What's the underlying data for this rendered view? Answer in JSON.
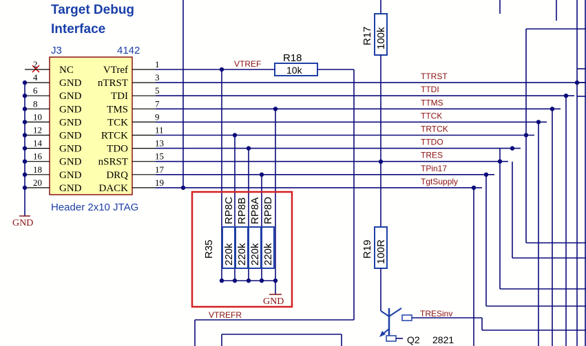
{
  "title_line1": "Target Debug",
  "title_line2": "Interface",
  "connector": {
    "ref": "J3",
    "part": "4142",
    "footer": "Header 2x10 JTAG",
    "left_pins": [
      {
        "num": "2",
        "name": "NC"
      },
      {
        "num": "4",
        "name": "GND"
      },
      {
        "num": "6",
        "name": "GND"
      },
      {
        "num": "8",
        "name": "GND"
      },
      {
        "num": "10",
        "name": "GND"
      },
      {
        "num": "12",
        "name": "GND"
      },
      {
        "num": "14",
        "name": "GND"
      },
      {
        "num": "16",
        "name": "GND"
      },
      {
        "num": "18",
        "name": "GND"
      },
      {
        "num": "20",
        "name": "GND"
      }
    ],
    "right_pins": [
      {
        "num": "1",
        "name": "VTref"
      },
      {
        "num": "3",
        "name": "nTRST"
      },
      {
        "num": "5",
        "name": "TDI"
      },
      {
        "num": "7",
        "name": "TMS"
      },
      {
        "num": "9",
        "name": "TCK"
      },
      {
        "num": "11",
        "name": "RTCK"
      },
      {
        "num": "13",
        "name": "TDO"
      },
      {
        "num": "15",
        "name": "nSRST"
      },
      {
        "num": "17",
        "name": "DRQ"
      },
      {
        "num": "19",
        "name": "DACK"
      }
    ]
  },
  "nets": {
    "vtref": "VTREF",
    "vtrefr": "VTREFR",
    "signals": [
      "TTRST",
      "TTDI",
      "TTMS",
      "TTCK",
      "TRTCK",
      "TTDO",
      "TRES",
      "TPin17",
      "TgtSupply"
    ],
    "tresinv": "TRESinv"
  },
  "resistors": {
    "r18": {
      "ref": "R18",
      "value": "10k"
    },
    "r17": {
      "ref": "R17",
      "value": "100k"
    },
    "r19": {
      "ref": "R19",
      "value": "100R"
    },
    "rp": {
      "ref": "R35",
      "parts": [
        {
          "ref": "RP8C",
          "value": "220k"
        },
        {
          "ref": "RP8B",
          "value": "220k"
        },
        {
          "ref": "RP8A",
          "value": "220k"
        },
        {
          "ref": "RP8D",
          "value": "220k"
        }
      ]
    }
  },
  "transistor": {
    "ref": "Q2",
    "part": "2821"
  },
  "gnd_label": "GND",
  "highlight_color": "#d42020"
}
